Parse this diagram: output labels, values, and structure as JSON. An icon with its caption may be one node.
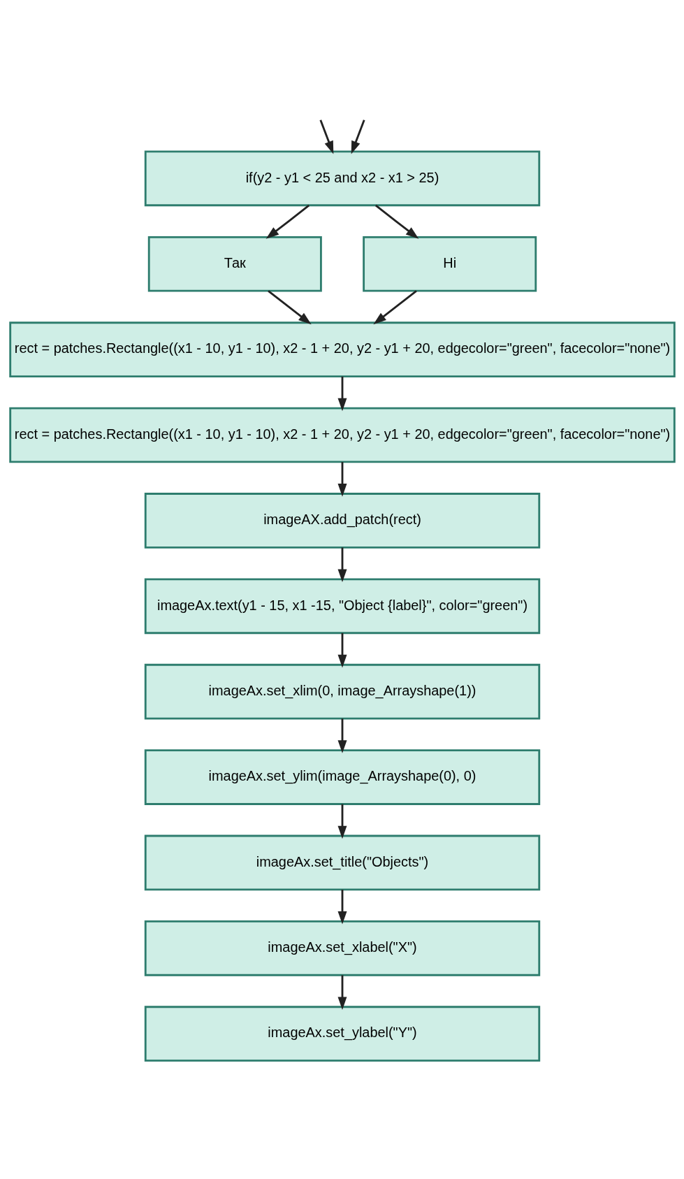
{
  "diagram": {
    "nodes": [
      {
        "text": [
          "if(y2 - y1 < 25 and x2 - x1 > 25)"
        ]
      },
      {
        "text": [
          "Так"
        ]
      },
      {
        "text": [
          "Ні"
        ]
      },
      {
        "text": [
          "rect = patches.Rectangle((x1 - 10, y1 - 10), x2 - 1 + 20, y2 - y1 + 20, edgecolor=\"green\", facecolor=\"none\")"
        ]
      },
      {
        "text": [
          "rect = patches.Rectangle((x1 - 10, y1 - 10), x2 - 1 + 20, y2 - y1 + 20, edgecolor=\"green\", facecolor=\"none\")"
        ]
      },
      {
        "text": [
          "imageAX.add_patch(rect)"
        ]
      },
      {
        "text": [
          "imageAx.text(y1 - 15, x1 -15, \"Object {label}\", color=\"green\")"
        ]
      },
      {
        "text": [
          "imageAx.set_xlim(0, image_Arrayshape(1))"
        ]
      },
      {
        "text": [
          "imageAx.set_ylim(image_Arrayshape(0), 0)"
        ]
      },
      {
        "text": [
          "imageAx.set_title(\"Objects\")"
        ]
      },
      {
        "text": [
          "imageAx.set_xlabel(\"X\")"
        ]
      },
      {
        "text": [
          "imageAx.set_ylabel(\"Y\")"
        ]
      }
    ],
    "edges": [
      {
        "from": null,
        "to": 0,
        "arrow": "to"
      },
      {
        "from": null,
        "to": 0,
        "arrow": "to"
      },
      {
        "from": 0,
        "to": 1,
        "arrow": "to"
      },
      {
        "from": 0,
        "to": 2,
        "arrow": "to"
      },
      {
        "from": 1,
        "to": 3,
        "arrow": "to"
      },
      {
        "from": 2,
        "to": 3,
        "arrow": "to"
      },
      {
        "from": 3,
        "to": 4,
        "arrow": "to"
      },
      {
        "from": 4,
        "to": 5,
        "arrow": "to"
      },
      {
        "from": 5,
        "to": 6,
        "arrow": "to"
      },
      {
        "from": 6,
        "to": 7,
        "arrow": "to"
      },
      {
        "from": 7,
        "to": 8,
        "arrow": "to"
      },
      {
        "from": 8,
        "to": 9,
        "arrow": "to"
      },
      {
        "from": 9,
        "to": 10,
        "arrow": "to"
      },
      {
        "from": 10,
        "to": 11,
        "arrow": "to"
      }
    ]
  }
}
